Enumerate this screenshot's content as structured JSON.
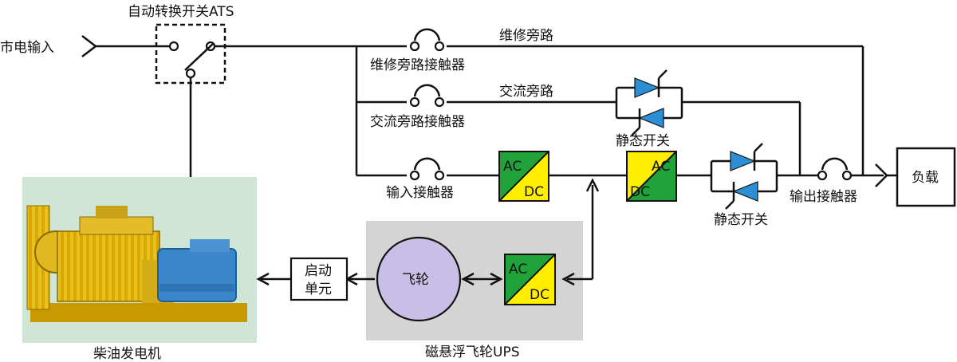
{
  "labels": {
    "utility_input": "市电输入",
    "ats": "自动转换开关ATS",
    "maint_bypass": "维修旁路",
    "maint_bypass_contactor": "维修旁路接触器",
    "ac_bypass": "交流旁路",
    "ac_bypass_contactor": "交流旁路接触器",
    "static_switch_top": "静态开关",
    "static_switch_bottom": "静态开关",
    "input_contactor": "输入接触器",
    "output_contactor": "输出接触器",
    "load": "负载",
    "start_unit_line1": "启动",
    "start_unit_line2": "单元",
    "flywheel": "飞轮",
    "flywheel_ups": "磁悬浮飞轮UPS",
    "diesel_generator": "柴油发电机",
    "converter_ac": "AC",
    "converter_dc": "DC"
  },
  "colors": {
    "converter_green": "#1fa33a",
    "converter_yellow": "#ffee00",
    "thyristor_blue": "#2b8fd6",
    "flywheel_fill": "#c9bfe6",
    "ups_panel": "#d4d4d4",
    "generator_panel": "#cfe6d6"
  }
}
